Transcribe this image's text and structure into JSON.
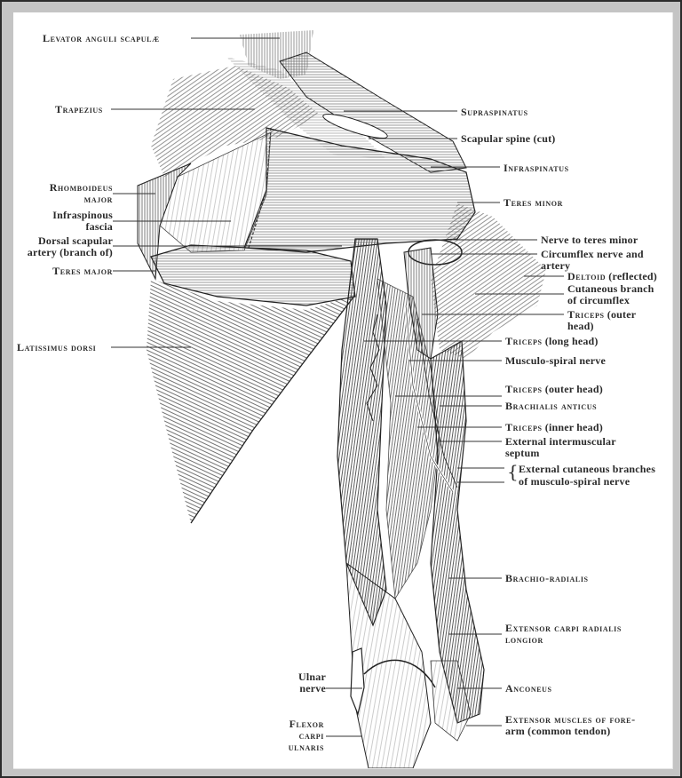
{
  "figure": {
    "subject": "Posterior view of shoulder and upper arm muscles",
    "colors": {
      "background_frame": "#c4c4c4",
      "outer_border": "#2b2b2b",
      "plate": "#ffffff",
      "ink": "#2a2a2a"
    }
  },
  "labels_left": {
    "levator": "Levator anguli scapulæ",
    "trapezius": "Trapezius",
    "rhomboideus_1": "Rhomboideus",
    "rhomboideus_2": "major",
    "infraspinous_1": "Infraspinous",
    "infraspinous_2": "fascia",
    "dorsal_1": "Dorsal scapular",
    "dorsal_2": "artery (branch of)",
    "teres_major": "Teres major",
    "latissimus": "Latissimus dorsi",
    "ulnar_1": "Ulnar",
    "ulnar_2": "nerve",
    "flexor_1": "Flexor",
    "flexor_2": "carpi",
    "flexor_3": "ulnaris"
  },
  "labels_right": {
    "supraspinatus": "Supraspinatus",
    "scapular_spine": "Scapular spine (cut)",
    "infraspinatus": "Infraspinatus",
    "teres_minor": "Teres minor",
    "nerve_teres_minor": "Nerve to teres minor",
    "circumflex_1": "Circumflex nerve and",
    "circumflex_2": "artery",
    "deltoid_sc": "Deltoid",
    "deltoid_rest": " (reflected)",
    "cutaneous_1": "Cutaneous branch",
    "cutaneous_2": "of circumflex",
    "triceps_outer_a_sc": "Triceps",
    "triceps_outer_a_rest": " (outer",
    "triceps_outer_a_2": "head)",
    "triceps_long_sc": "Triceps",
    "triceps_long_rest": " (long head)",
    "musculo_spiral": "Musculo-spiral nerve",
    "triceps_outer_b_sc": "Triceps",
    "triceps_outer_b_rest": " (outer head)",
    "brachialis": "Brachialis anticus",
    "triceps_inner_sc": "Triceps",
    "triceps_inner_rest": " (inner head)",
    "ext_intermuscular_1": "External intermuscular",
    "ext_intermuscular_2": "septum",
    "ext_cutaneous_1": "External cutaneous branches",
    "ext_cutaneous_2": "of musculo-spiral nerve",
    "brachio_radialis": "Brachio-radialis",
    "ext_carpi_1": "Extensor carpi radialis",
    "ext_carpi_2": "longior",
    "anconeus": "Anconeus",
    "ext_muscles_1": "Extensor muscles of fore-",
    "ext_muscles_2": "arm (common tendon)"
  }
}
